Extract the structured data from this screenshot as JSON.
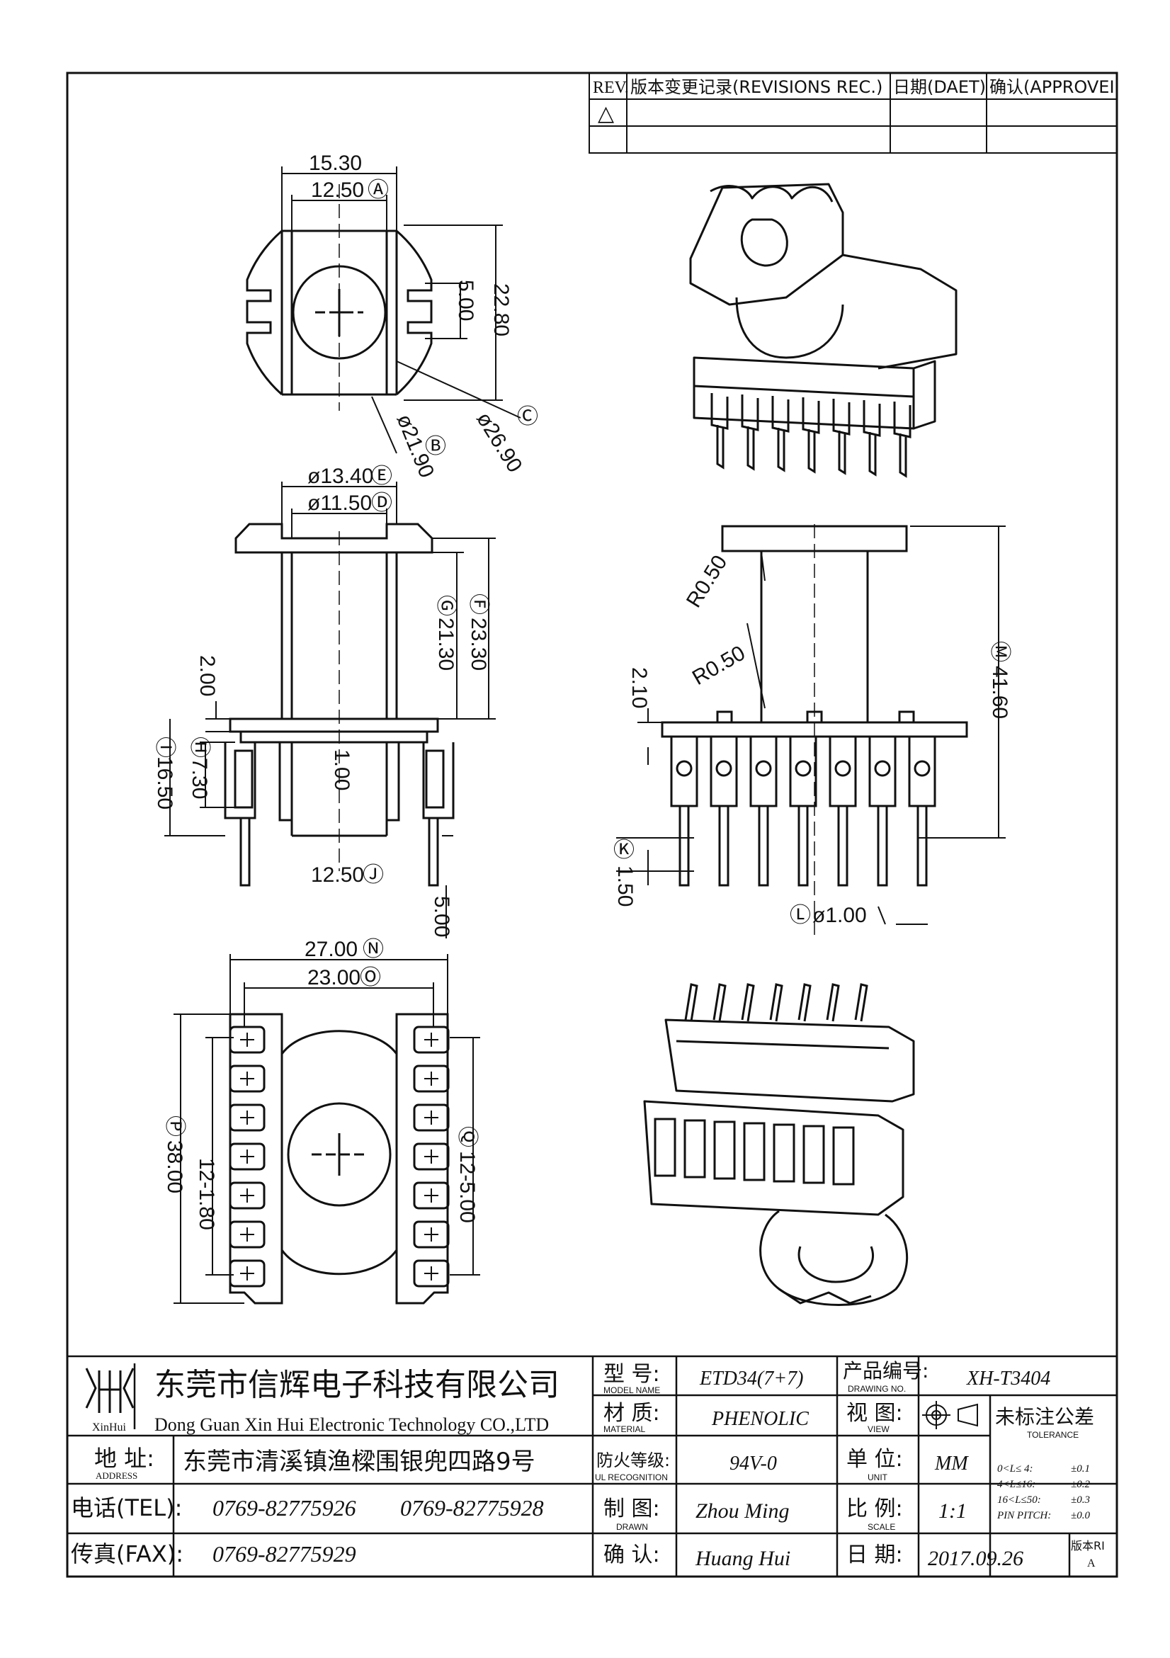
{
  "revision_block": {
    "headers": [
      "REV.",
      "版本变更记录(REVISIONS REC.)",
      "日期(DAET)",
      "确认(APPROVEI"
    ],
    "row_symbol": "△"
  },
  "dimensions": {
    "w15_30": "15.30",
    "w12_50": "12.50",
    "circle_A": "Ⓐ",
    "h5_00": "5.00",
    "h22_80": "22.80",
    "d26_90": "ø26.90",
    "circle_C": "Ⓒ",
    "d21_90": "ø21.90",
    "circle_B": "Ⓑ",
    "d13_40": "ø13.40",
    "circle_E": "Ⓔ",
    "d11_50": "ø11.50",
    "circle_D": "Ⓓ",
    "h21_30": "21.30",
    "circle_G": "Ⓖ",
    "h23_30": "23.30",
    "circle_F": "Ⓕ",
    "h2_00": "2.00",
    "h16_50": "16.50",
    "circle_I": "Ⓘ",
    "h7_30": "7.30",
    "circle_H": "Ⓗ",
    "h1_00": "1.00",
    "w12_50b": "12.50",
    "circle_J": "Ⓙ",
    "h5_00b": "5.00",
    "r0_50a": "R0.50",
    "r0_50b": "R0.50",
    "h2_10": "2.10",
    "h41_60": "41.60",
    "circle_M": "Ⓜ",
    "circle_K": "Ⓚ",
    "h1_50": "1.50",
    "circle_L": "Ⓛ",
    "d1_00": "ø1.00",
    "w27_00": "27.00",
    "circle_N": "Ⓝ",
    "w23_00": "23.00",
    "circle_O": "Ⓞ",
    "circle_P": "Ⓟ",
    "h38_00": "38.00",
    "p12_1_80": "12-1.80",
    "circle_Q": "Ⓠ",
    "p12_5_00": "12-5.00"
  },
  "title_block": {
    "logo_text": "XinHui",
    "company_cn": "东莞市信辉电子科技有限公司",
    "company_en": "Dong Guan Xin Hui Electronic Technology CO.,LTD",
    "address_label_cn": "地  址:",
    "address_label_en": "ADDRESS",
    "address_value": "东莞市清溪镇渔樑围银兜四路9号",
    "tel_label": "电话(TEL):",
    "tel_1": "0769-82775926",
    "tel_2": "0769-82775928",
    "fax_label": "传真(FAX):",
    "fax_value": "0769-82775929",
    "model_label_cn": "型  号:",
    "model_label_en": "MODEL NAME",
    "model_value": "ETD34(7+7)",
    "material_label_cn": "材  质:",
    "material_label_en": "MATERIAL",
    "material_value": "PHENOLIC",
    "ul_label_cn": "防火等级:",
    "ul_label_en": "UL RECOGNITION",
    "ul_value": "94V-0",
    "drawn_label_cn": "制  图:",
    "drawn_label_en": "DRAWN",
    "drawn_value": "Zhou Ming",
    "check_label_cn": "确  认:",
    "check_value": "Huang Hui",
    "drawing_no_label_cn": "产品编号:",
    "drawing_no_label_en": "DRAWING NO.",
    "drawing_no_value": "XH-T3404",
    "view_label_cn": "视  图:",
    "view_label_en": "VIEW",
    "unit_label_cn": "单  位:",
    "unit_label_en": "UNIT",
    "unit_value": "MM",
    "scale_label_cn": "比  例:",
    "scale_label_en": "SCALE",
    "scale_value": "1:1",
    "date_label_cn": "日  期:",
    "date_value": "2017.09.26",
    "version_label": "版本RI",
    "version_value": "A",
    "tolerance_label_cn": "未标注公差",
    "tolerance_label_en": "TOLERANCE",
    "tol_rows": [
      {
        "range": "0<L≤ 4:",
        "value": "±0.1"
      },
      {
        "range": "4<L≤16:",
        "value": "±0.2"
      },
      {
        "range": "16<L≤50:",
        "value": "±0.3"
      },
      {
        "range": "PIN PITCH:",
        "value": "±0.0"
      }
    ]
  }
}
